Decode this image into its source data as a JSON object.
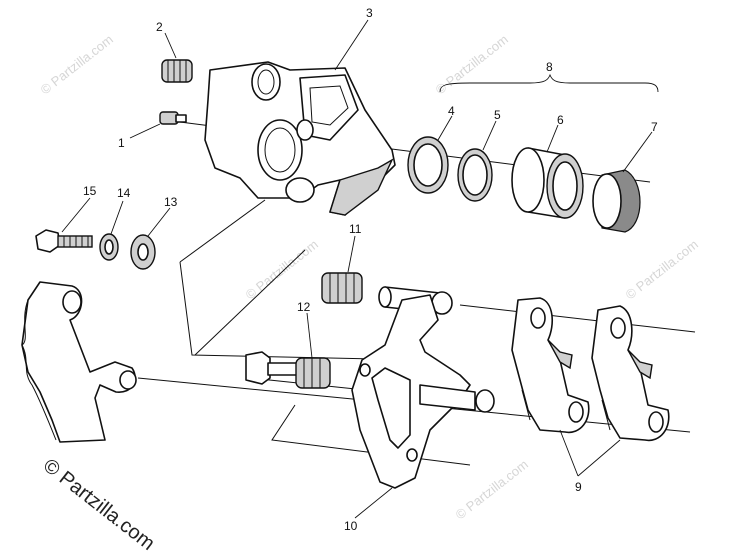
{
  "callouts": {
    "c1": "1",
    "c2": "2",
    "c3": "3",
    "c4": "4",
    "c5": "5",
    "c6": "6",
    "c7": "7",
    "c8": "8",
    "c9": "9",
    "c10": "10",
    "c11": "11",
    "c12": "12",
    "c13": "13",
    "c14": "14",
    "c15": "15"
  },
  "watermark": {
    "main": "© Partzilla.com",
    "faint": "© Partzilla.com"
  },
  "colors": {
    "line": "#111111",
    "shade": "#d0d0d0",
    "watermark": "#d6d6d6"
  }
}
